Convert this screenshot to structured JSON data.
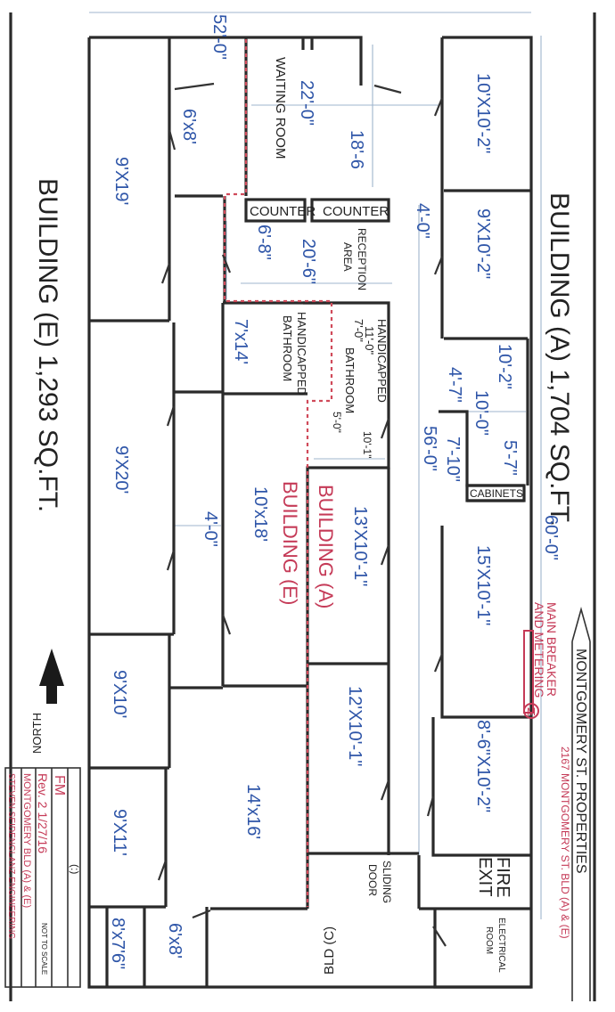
{
  "buildings": {
    "a_title": "BUILDING (A) 1,704 SQ.FT.",
    "e_title": "BUILDING (E) 1,293 SQ.FT.",
    "e_label": "BUILDING (E)",
    "a_label": "BUILDING (A)",
    "c_label": "BLD (C)"
  },
  "rooms": {
    "waiting": "WAITING ROOM",
    "counter_left": "COUNTER",
    "counter_right": "COUNTER",
    "reception": "RECEPTION",
    "reception_area": "AREA",
    "hc_bath_e_line1": "HANDICAPPED",
    "hc_bath_e_line2": "BATHROOM",
    "hc_bath_a_line1": "HANDICAPPED",
    "hc_bath_a_line2": "BATHROOM",
    "cabinets": "CABINETS",
    "sliding": "SLIDING",
    "door": "DOOR",
    "fire": "FIRE",
    "exit": "EXIT",
    "electrical": "ELECTRICAL",
    "electrical_room": "ROOM",
    "main_breaker": "MAIN BREAKER",
    "and_metering": "AND METERING",
    "meter_symbol": "M"
  },
  "dims": {
    "top_width": "52'-0\"",
    "waiting_width": "22'-0\"",
    "waiting_depth": "18'-6",
    "corridor_a": "4'-0\"",
    "reception_h": "6'-8\"",
    "reception_w": "20'-6\"",
    "hcbath_a_w": "11'-0\"",
    "hcbath_a_d": "7'-0\"",
    "hcbath_a_bottom_left": "5'-0\"",
    "hcbath_a_bottom_right": "10'-1\"",
    "length_56": "56'-0\"",
    "length_60": "60'-0\"",
    "corridor_e": "4'-0\"",
    "d_4_7": "4'-7\"",
    "d_10_0": "10'-0\"",
    "d_5_7": "5'-7\"",
    "d_7_10": "7'-10\""
  },
  "room_sizes": {
    "e_9x19": "9'X19'",
    "e_6x8_top": "6'x8'",
    "e_hc_bath": "7'x14'",
    "e_9x20": "9'X20'",
    "e_10x18": "10'x18'",
    "e_9x10": "9'X10'",
    "e_14x16": "14'x16'",
    "e_9x11": "9'X11'",
    "e_8x7_6": "8'x7'6\"",
    "e_6x8_bottom": "6'x8'",
    "a_10x10_2": "10'X10'-2\"",
    "a_9x10_2": "9'X10'-2\"",
    "a_10_2": "10'-2\"",
    "a_13x10_1": "13'X10'-1\"",
    "a_15x10_1": "15'X10'-1\"",
    "a_12x10_1": "12'X10'-1\"",
    "a_8_6x10_2": "8'-6\"X10'-2\""
  },
  "legend": {
    "property": "MONTGOMERY ST. PROPERTIES",
    "address": "2167 MONTGOMERY ST. BLD (A) & (E)",
    "north": "NORTH"
  },
  "title_block": {
    "engineer": "STEVEN SEIDENGLANZ ENGINEERING",
    "project": "MONTGOMERY BLD (A) & (E)",
    "revision": "Rev. 2 1/27/16",
    "scale_note": "NOT TO SCALE",
    "initials": "FM",
    "face": "(:)"
  },
  "colors": {
    "walls": "#2a2a2a",
    "room_text": "#2e55a8",
    "red_line": "#d04a5a",
    "red_text": "#c53a57",
    "dimension": "#9fb4cc"
  }
}
